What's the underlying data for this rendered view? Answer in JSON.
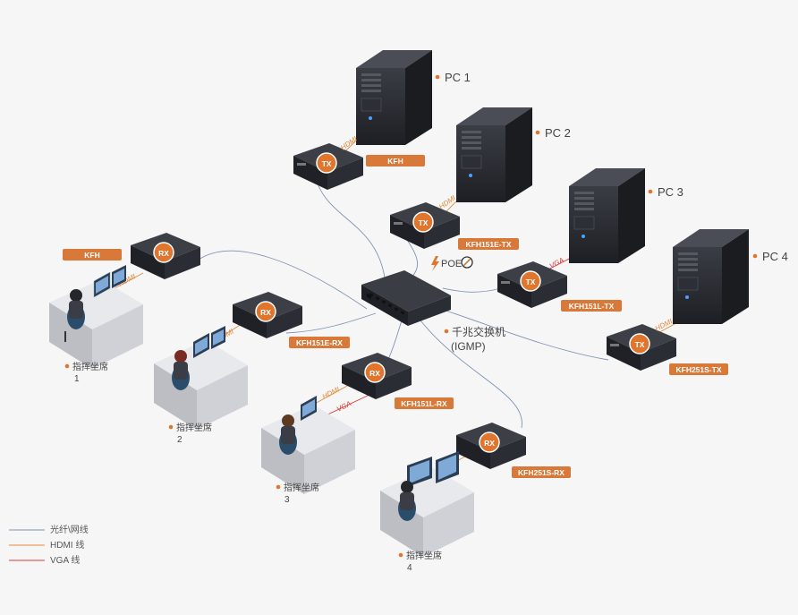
{
  "colors": {
    "background": "#f6f6f6",
    "fiber_line": "#7f93b5",
    "hdmi_line": "#e08a3c",
    "vga_line": "#d83a3a",
    "tag_bg": "#d8793a",
    "device_dark": "#26292f",
    "badge_orange": "#e0752e"
  },
  "pcs": [
    {
      "label": "PC 1"
    },
    {
      "label": "PC 2"
    },
    {
      "label": "PC 3"
    },
    {
      "label": "PC 4"
    }
  ],
  "transmitters": [
    {
      "badge": "TX",
      "tag": "KFH",
      "cable": "HDMI"
    },
    {
      "badge": "TX",
      "tag": "KFH151E-TX",
      "cable": "HDMI"
    },
    {
      "badge": "TX",
      "tag": "KFH151L-TX",
      "cable": "VGA"
    },
    {
      "badge": "TX",
      "tag": "KFH251S-TX",
      "cable": "HDMI"
    }
  ],
  "receivers": [
    {
      "badge": "RX",
      "tag": "KFH",
      "cable": "HDMI"
    },
    {
      "badge": "RX",
      "tag": "KFH151E-RX",
      "cable": "HDMI"
    },
    {
      "badge": "RX",
      "tag": "KFH151L-RX",
      "cable": "HDMI",
      "cable2": "VGA"
    },
    {
      "badge": "RX",
      "tag": "KFH251S-RX",
      "cable": "HDMI"
    }
  ],
  "poe_label": "POE",
  "switch": {
    "name": "千兆交换机",
    "sub": "(IGMP)"
  },
  "seats": [
    {
      "label": "指挥坐席",
      "number": "1"
    },
    {
      "label": "指挥坐席",
      "number": "2"
    },
    {
      "label": "指挥坐席",
      "number": "3"
    },
    {
      "label": "指挥坐席",
      "number": "4"
    }
  ],
  "legend": [
    {
      "label": "光纤\\网线"
    },
    {
      "label": "HDMI 线"
    },
    {
      "label": "VGA 线"
    }
  ]
}
